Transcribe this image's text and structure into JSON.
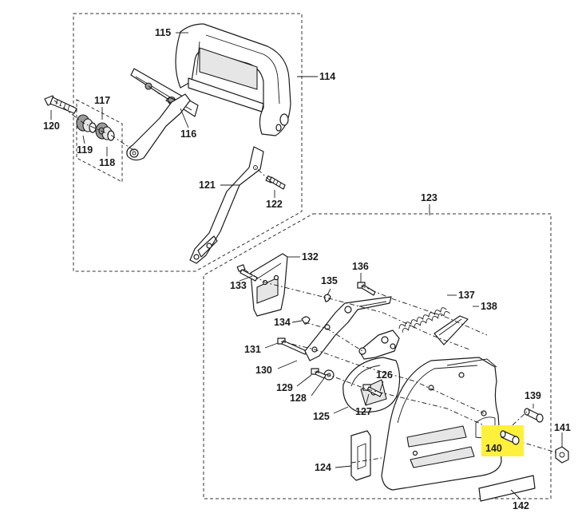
{
  "diagram": {
    "highlight_color": "#fff03c",
    "highlighted_callout": "140",
    "callouts": {
      "c114": "114",
      "c115": "115",
      "c116": "116",
      "c117": "117",
      "c118": "118",
      "c119": "119",
      "c120": "120",
      "c121": "121",
      "c122": "122",
      "c123": "123",
      "c124": "124",
      "c125": "125",
      "c126": "126",
      "c127": "127",
      "c128": "128",
      "c129": "129",
      "c130": "130",
      "c131": "131",
      "c132": "132",
      "c133": "133",
      "c134": "134",
      "c135": "135",
      "c136": "136",
      "c137": "137",
      "c138": "138",
      "c139": "139",
      "c140": "140",
      "c141": "141",
      "c142": "142"
    }
  }
}
